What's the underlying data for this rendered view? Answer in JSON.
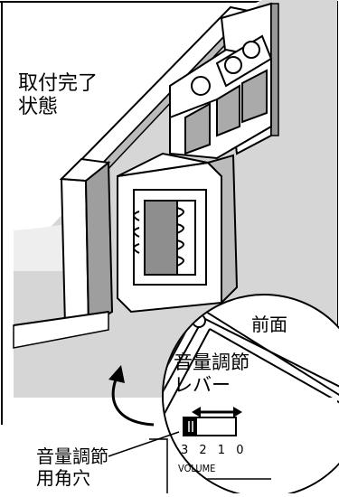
{
  "labels": {
    "install_complete": "取付完了\n状態",
    "front": "前面",
    "volume_lever": "音量調節\nレバー",
    "volume_hole": "音量調節\n用角穴",
    "scale": "3 2 1 0",
    "volume": "VOLUME"
  },
  "colors": {
    "line": "#000000",
    "panel_gray": "#cfcfcf",
    "light_gray": "#e6e6e6",
    "white": "#ffffff"
  }
}
